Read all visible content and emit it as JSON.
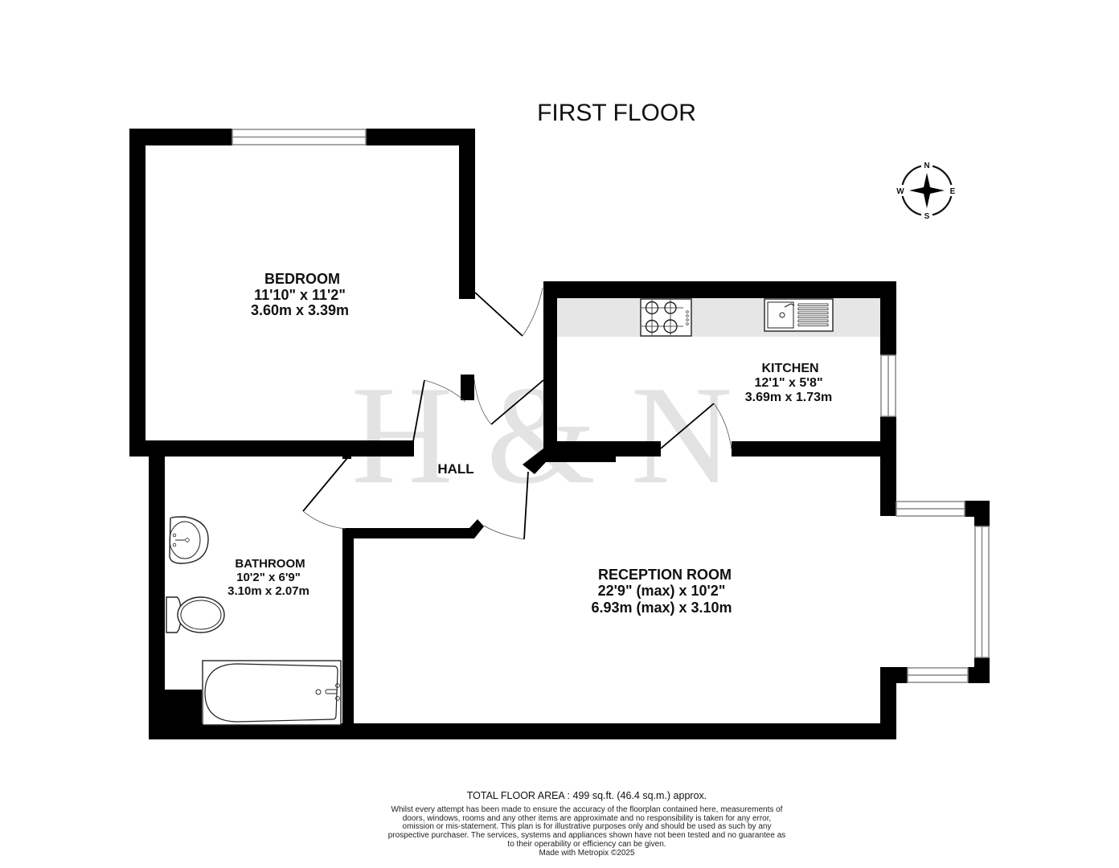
{
  "plan": {
    "title": "FIRST FLOOR",
    "watermark": {
      "left": "H",
      "middle": "&",
      "right": "N"
    },
    "compass": {
      "n": "N",
      "e": "E",
      "s": "S",
      "w": "W"
    }
  },
  "rooms": {
    "bedroom": {
      "name": "BEDROOM",
      "imperial": "11'10\"  x 11'2\"",
      "metric": "3.60m  x 3.39m"
    },
    "kitchen": {
      "name": "KITCHEN",
      "imperial": "12'1\"  x 5'8\"",
      "metric": "3.69m  x 1.73m"
    },
    "hall": {
      "name": "HALL"
    },
    "bathroom": {
      "name": "BATHROOM",
      "imperial": "10'2\"  x 6'9\"",
      "metric": "3.10m  x 2.07m"
    },
    "reception": {
      "name": "RECEPTION ROOM",
      "imperial": "22'9\" (max) x 10'2\"",
      "metric": "6.93m (max) x 3.10m"
    }
  },
  "footer": {
    "total_area": "TOTAL FLOOR AREA : 499 sq.ft. (46.4 sq.m.) approx.",
    "disclaimer": "Whilst every attempt has been made to ensure the accuracy of the floorplan contained here, measurements of doors, windows, rooms and any other items are approximate and no responsibility is taken for any error, omission or mis-statement. This plan is for illustrative purposes only and should be used as such by any prospective purchaser. The services, systems and appliances shown have not been tested and no guarantee as to their operability or efficiency can be given.",
    "made_with": "Made with Metropix ©2025"
  },
  "colors": {
    "wall": "#000000",
    "counter": "#e6e6e6",
    "watermark": "#e3e3e3",
    "window_frame": "#888888"
  }
}
